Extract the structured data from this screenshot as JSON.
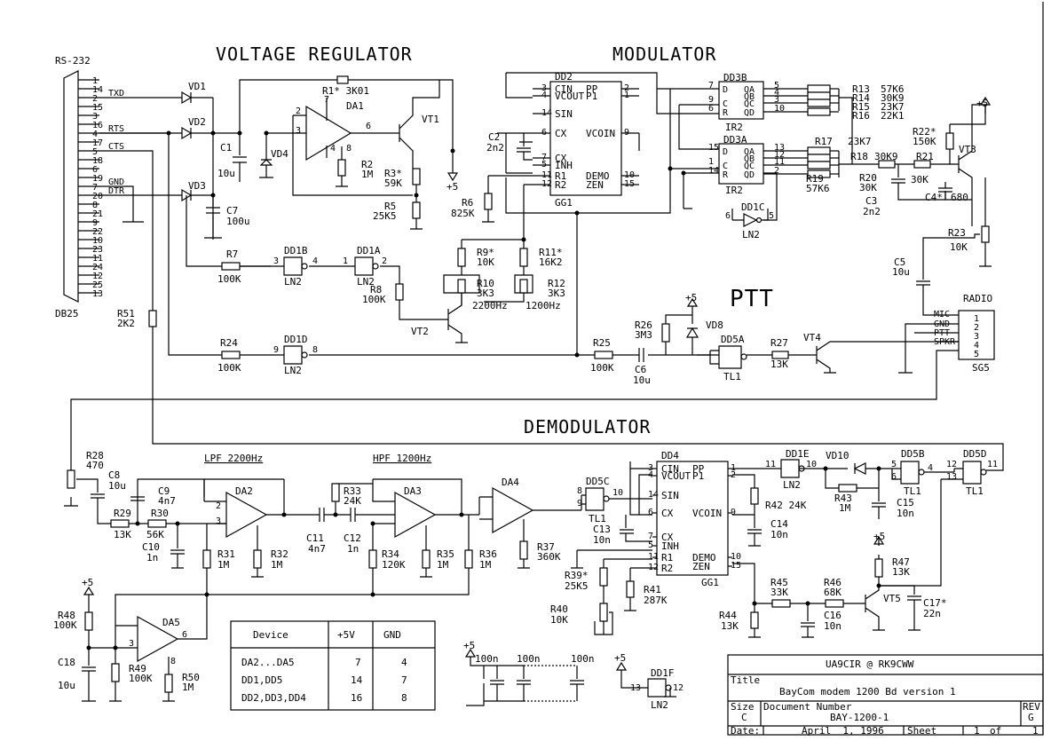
{
  "sections": {
    "voltage_regulator": "VOLTAGE REGULATOR",
    "modulator": "MODULATOR",
    "ptt": "PTT",
    "demodulator": "DEMODULATOR",
    "lpf": "LPF 2200Hz",
    "hpf": "HPF 1200Hz"
  },
  "db25": {
    "title": "RS-232",
    "name": "DB25",
    "pins": [
      "1",
      "14",
      "2",
      "15",
      "3",
      "16",
      "4",
      "17",
      "5",
      "18",
      "6",
      "19",
      "7",
      "20",
      "8",
      "21",
      "9",
      "22",
      "10",
      "23",
      "11",
      "24",
      "12",
      "25",
      "13"
    ],
    "signals": {
      "txd": "TXD",
      "rts": "RTS",
      "cts": "CTS",
      "gnd": "GND",
      "dtr": "DTR"
    }
  },
  "power": {
    "vcc": "+5"
  },
  "reg": {
    "VD1": "VD1",
    "VD2": "VD2",
    "VD3": "VD3",
    "VD4": "VD4",
    "C1": "C1",
    "C1v": "10u",
    "C7": "C7",
    "C7v": "100u",
    "R1": "R1* 3K01",
    "DA1": "DA1",
    "VT1": "VT1",
    "R2": "R2",
    "R2v": "1M",
    "R3": "R3*",
    "R3v": "59K",
    "R5": "R5",
    "R5v": "25K5",
    "p2": "2",
    "p3": "3",
    "p4": "4",
    "p6": "6",
    "p7": "7",
    "p8": "8"
  },
  "mod": {
    "DD2": "DD2",
    "GG1": "GG1",
    "dd2_pins_left": [
      "CIN",
      "VCOUT",
      "SIN",
      "CX",
      "CX",
      "INH",
      "R1",
      "R2"
    ],
    "dd2_pn_left": [
      "3",
      "4",
      "14",
      "6",
      "7",
      "5",
      "11",
      "12"
    ],
    "dd2_pins_right": [
      "PP",
      "P1",
      "VCOIN",
      "DEMO",
      "ZEN"
    ],
    "dd2_pn_right": [
      "2",
      "1",
      "9",
      "10",
      "15"
    ],
    "C2": "C2",
    "C2v": "2n2",
    "R6": "R6",
    "R6v": "825K",
    "DD3B": "DD3B",
    "DD3A": "DD3A",
    "IR2": "IR2",
    "ffb_pins": [
      "7",
      "9",
      "6",
      "5",
      "4",
      "3",
      "10"
    ],
    "ffa_pins": [
      "15",
      "1",
      "14",
      "13",
      "12",
      "11",
      "2"
    ],
    "ff_l": [
      "D",
      "C",
      "R"
    ],
    "ff_q": [
      "QA",
      "QB",
      "QC",
      "QD"
    ],
    "r_top": [
      "R13",
      "57K6",
      "R14",
      "30K9",
      "R15",
      "23K7",
      "R16",
      "22K1"
    ],
    "R17": "R17",
    "R17v": "23K7",
    "R18": "R18",
    "R18v": "30K9",
    "R19": "R19",
    "R19v": "57K6",
    "R20": "R20",
    "R20v": "30K",
    "R21": "R21",
    "R21v": "30K",
    "R22": "R22*",
    "R22v": "150K",
    "VT3": "VT3",
    "C3": "C3",
    "C3v": "2n2",
    "C4": "C4*",
    "C4v": "680",
    "R23": "R23",
    "R23v": "10K",
    "C5": "C5",
    "C5v": "10u",
    "DD1C": "DD1C",
    "LN2": "LN2",
    "p6": "6",
    "p5": "5",
    "R7": "R7",
    "R7v": "100K",
    "DD1B": "DD1B",
    "DD1A": "DD1A",
    "R8": "R8",
    "R8v": "100K",
    "VT2": "VT2",
    "R9": "R9*",
    "R9v": "10K",
    "R10": "R10",
    "R10v": "3K3",
    "f1": "2200Hz",
    "R11": "R11*",
    "R11v": "16K2",
    "R12": "R12",
    "R12v": "3K3",
    "f2": "1200Hz",
    "R51": "R51",
    "R51v": "2K2",
    "R24": "R24",
    "R24v": "100K",
    "DD1D": "DD1D",
    "R25": "R25",
    "R25v": "100K",
    "C6": "C6",
    "C6v": "10u",
    "R26": "R26",
    "R26v": "3M3",
    "VD8": "VD8",
    "DD5A": "DD5A",
    "TL1": "TL1",
    "R27": "R27",
    "R27v": "13K",
    "VT4": "VT4",
    "radio": "RADIO",
    "mic": "MIC",
    "gnd": "GND",
    "pttsig": "PTT",
    "spkr": "SPKR",
    "sg5": "SG5",
    "radio_pins": [
      "1",
      "2",
      "3",
      "4",
      "5"
    ],
    "ln_p3": "3",
    "ln_p4": "4",
    "ln_p1": "1",
    "ln_p2": "2",
    "ln_p9": "9",
    "ln_p8": "8"
  },
  "demod": {
    "R28": "R28",
    "R28v": "470",
    "C8": "C8",
    "C8v": "10u",
    "C9": "C9",
    "C9v": "4n7",
    "R29": "R29",
    "R29v": "13K",
    "R30": "R30",
    "R30v": "56K",
    "C10": "C10",
    "C10v": "1n",
    "DA2": "DA2",
    "R31": "R31",
    "R31v": "1M",
    "R32": "R32",
    "R32v": "1M",
    "C11": "C11",
    "C11v": "4n7",
    "C12": "C12",
    "C12v": "1n",
    "R33": "R33",
    "R33v": "24K",
    "DA3": "DA3",
    "R34": "R34",
    "R34v": "120K",
    "R35": "R35",
    "R35v": "1M",
    "R36": "R36",
    "R36v": "1M",
    "DA4": "DA4",
    "R37": "R37",
    "R37v": "360K",
    "DD5C": "DD5C",
    "C13": "C13",
    "C13v": "10n",
    "DD4": "DD4",
    "GG1": "GG1",
    "dd4_left": [
      "CIN",
      "VCOUT",
      "SIN",
      "CX",
      "CX",
      "INH",
      "R1",
      "R2"
    ],
    "dd4_pn_left": [
      "3",
      "4",
      "14",
      "6",
      "7",
      "5",
      "11",
      "12"
    ],
    "dd4_right": [
      "PP",
      "P1",
      "VCOIN",
      "DEMO",
      "ZEN"
    ],
    "dd4_pn_right": [
      "1",
      "2",
      "9",
      "10",
      "15"
    ],
    "R39": "R39*",
    "R39v": "25K5",
    "R40": "R40",
    "R40v": "10K",
    "R41": "R41",
    "R41v": "287K",
    "R42": "R42 24K",
    "C14": "C14",
    "C14v": "10n",
    "DD1E": "DD1E",
    "VD10": "VD10",
    "R43": "R43",
    "R43v": "1M",
    "C15": "C15",
    "C15v": "10n",
    "DD5B": "DD5B",
    "DD5D": "DD5D",
    "R45": "R45",
    "R45v": "33K",
    "R46": "R46",
    "R46v": "68K",
    "C16": "C16",
    "C16v": "10n",
    "R44": "R44",
    "R44v": "13K",
    "R47": "R47",
    "R47v": "13K",
    "VT5": "VT5",
    "C17": "C17*",
    "C17v": "22n",
    "R48": "R48",
    "R48v": "100K",
    "DA5": "DA5",
    "C18": "C18",
    "C18v": "10u",
    "R49": "R49",
    "R49v": "100K",
    "R50": "R50",
    "R50v": "1M",
    "DD1F": "DD1F",
    "p11": "11",
    "p10": "10",
    "p13": "13",
    "p12": "12",
    "p8": "8",
    "p9": "9",
    "p5": "5",
    "p6": "6",
    "p4": "4",
    "p2": "2",
    "p3": "3",
    "p1": "1"
  },
  "decoupling": {
    "c1": "100n",
    "c2": "100n",
    "c3": "100n"
  },
  "power_table": {
    "headers": [
      "Device",
      "+5V",
      "GND"
    ],
    "rows": [
      [
        "DA2...DA5",
        "7",
        "4"
      ],
      [
        "DD1,DD5",
        "14",
        "7"
      ],
      [
        "DD2,DD3,DD4",
        "16",
        "8"
      ]
    ]
  },
  "title_block": {
    "author": "UA9CIR @ RK9CWW",
    "title_label": "Title",
    "title": "BayCom modem 1200 Bd version 1",
    "size_label": "Size",
    "size": "C",
    "docnum_label": "Document Number",
    "docnum": "BAY-1200-1",
    "rev_label": "REV",
    "rev": "G",
    "date_label": "Date:",
    "date": "April  1, 1996",
    "sheet_label": "Sheet",
    "sheet": "1",
    "of_label": "of",
    "of": "1"
  }
}
